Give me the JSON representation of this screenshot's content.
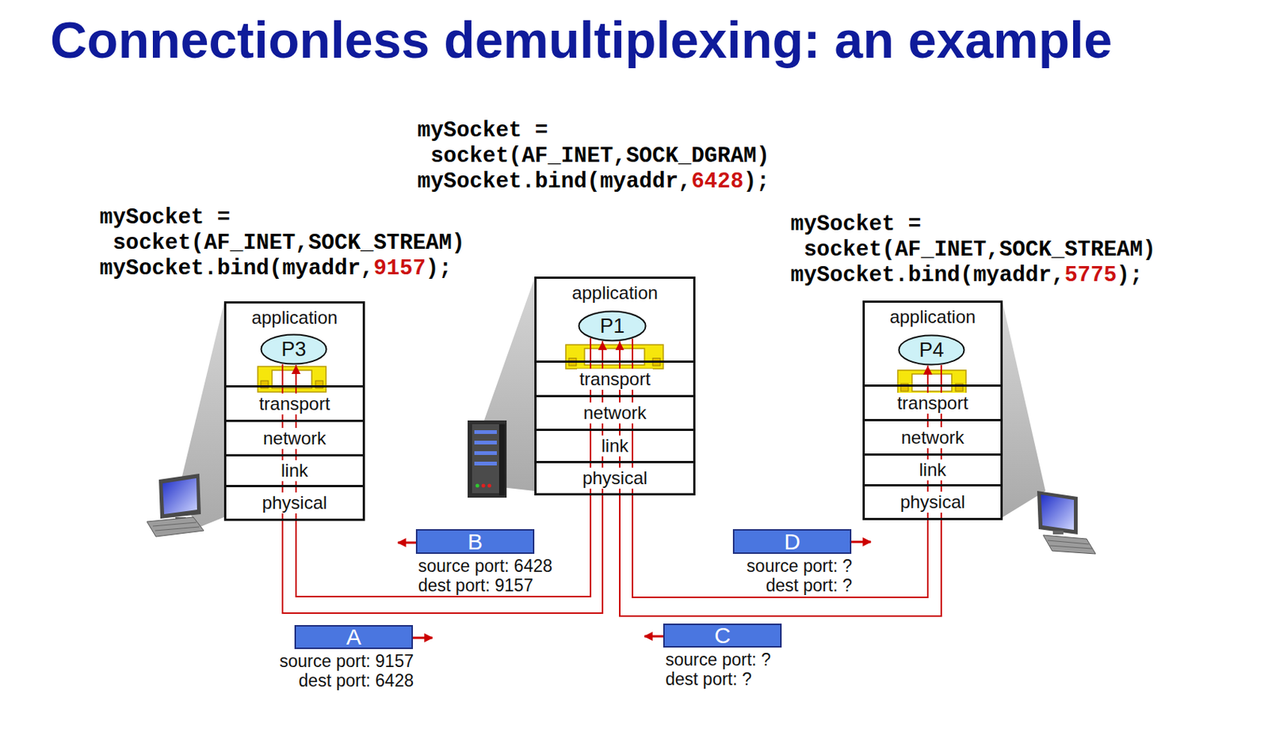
{
  "diagram": {
    "title": "Connectionless demultiplexing: an example",
    "nodes": [
      {
        "text": [
          "application"
        ]
      },
      {
        "text": [
          "P3"
        ],
        "in": 0
      },
      {
        "text": [
          "transport"
        ]
      },
      {
        "text": [
          "network"
        ]
      },
      {
        "text": [
          "link"
        ]
      },
      {
        "text": [
          "physical"
        ]
      },
      {
        "text": [
          "application"
        ]
      },
      {
        "text": [
          "P1"
        ],
        "in": 6
      },
      {
        "text": [
          "transport"
        ]
      },
      {
        "text": [
          "network"
        ]
      },
      {
        "text": [
          "link"
        ]
      },
      {
        "text": [
          "physical"
        ]
      },
      {
        "text": [
          "application"
        ]
      },
      {
        "text": [
          "P4"
        ],
        "in": 12
      },
      {
        "text": [
          "transport"
        ]
      },
      {
        "text": [
          "network"
        ]
      },
      {
        "text": [
          "link"
        ]
      },
      {
        "text": [
          "physical"
        ]
      },
      {
        "text": [
          "B",
          "source port: 6428",
          "dest port: 9157"
        ]
      },
      {
        "text": [
          "D",
          "source port: ?",
          "dest port: ?"
        ]
      },
      {
        "text": [
          "A",
          "source port: 9157",
          "dest port: 6428"
        ]
      },
      {
        "text": [
          "C",
          "source port: ?",
          "dest port: ?"
        ]
      }
    ],
    "edges": [
      {
        "from": 1,
        "to": 7,
        "arrow": "to"
      },
      {
        "from": 7,
        "to": 1,
        "arrow": "to"
      },
      {
        "from": 7,
        "to": 13,
        "arrow": "to"
      },
      {
        "from": 13,
        "to": 7,
        "arrow": "to"
      }
    ],
    "labels": [
      "mySocket =",
      "socket(AF_INET,SOCK_DGRAM)",
      "mySocket.bind(myaddr,",
      "6428",
      ");",
      "mySocket =",
      "socket(AF_INET,SOCK_STREAM)",
      "mySocket.bind(myaddr,",
      "9157",
      ");",
      "mySocket =",
      "socket(AF_INET,SOCK_STREAM)",
      "mySocket.bind(myaddr,",
      "5775",
      ");"
    ]
  }
}
